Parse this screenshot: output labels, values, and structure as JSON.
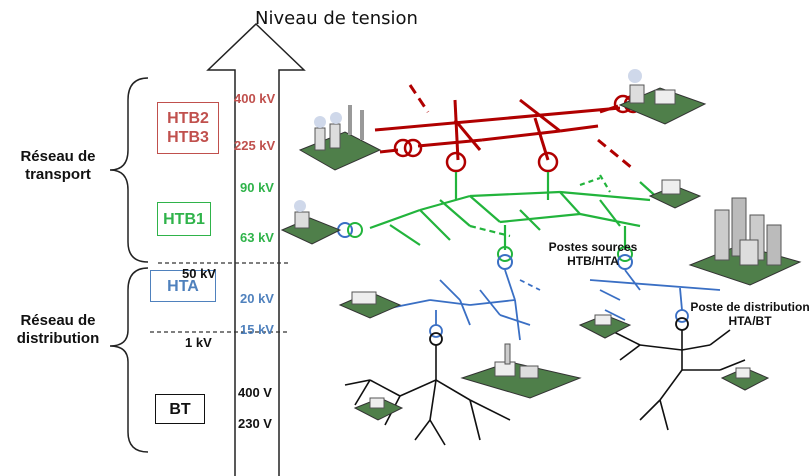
{
  "title": "Niveau de tension",
  "groups": {
    "transport": "Réseau de\ntransport",
    "distribution": "Réseau de\ndistribution"
  },
  "boxes": {
    "htb23": "HTB2\nHTB3",
    "htb1": "HTB1",
    "hta": "HTA",
    "bt": "BT"
  },
  "voltages": {
    "v400kv": "400 kV",
    "v225kv": "225 kV",
    "v90kv": "90 kV",
    "v63kv": "63 kV",
    "v50kv": "50 kV",
    "v20kv": "20 kV",
    "v15kv": "15 kV",
    "v1kv": "1 kV",
    "v400v": "400 V",
    "v230v": "230 V"
  },
  "notes": {
    "postes_sources": "Postes sources\nHTB/HTA",
    "poste_distribution": "Poste de distribution\nHTA/BT"
  },
  "colors": {
    "htb23": "#c0504d",
    "red_line": "#b00000",
    "htb1": "#2fb34a",
    "green_line": "#22b43c",
    "hta": "#4f81bd",
    "blue_line": "#3a6fc4",
    "bt": "#111111"
  }
}
